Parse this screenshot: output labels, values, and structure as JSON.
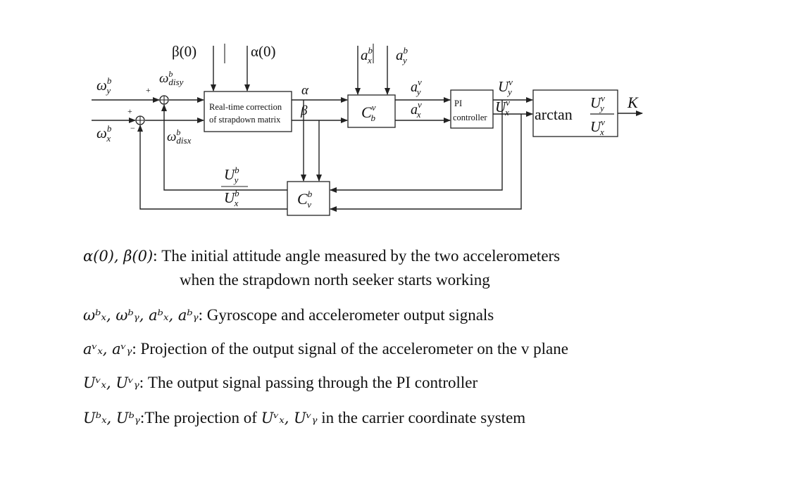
{
  "diagram": {
    "signals": {
      "omega_y": "ω",
      "omega_y_sup": "b",
      "omega_y_sub": "y",
      "omega_x": "ω",
      "omega_x_sup": "b",
      "omega_x_sub": "x",
      "dis_y": "ω",
      "dis_y_sup": "b",
      "dis_y_sub": "disy",
      "dis_x": "ω",
      "dis_x_sup": "b",
      "dis_x_sub": "disx",
      "beta0": "β(0)",
      "alpha0": "α(0)",
      "a_x_b": "a",
      "a_x_b_sup": "b",
      "a_x_b_sub": "x",
      "a_y_b": "a",
      "a_y_b_sup": "b",
      "a_y_b_sub": "y",
      "alpha": "α",
      "beta": "β",
      "a_y_v": "a",
      "a_y_v_sup": "v",
      "a_y_v_sub": "y",
      "a_x_v": "a",
      "a_x_v_sup": "v",
      "a_x_v_sub": "x",
      "U_y_v": "U",
      "U_y_v_sup": "v",
      "U_y_v_sub": "y",
      "U_x_v": "U",
      "U_x_v_sup": "v",
      "U_x_v_sub": "x",
      "U_y_b": "U",
      "U_y_b_sup": "b",
      "U_y_b_sub": "y",
      "U_x_b": "U",
      "U_x_b_sup": "b",
      "U_x_b_sub": "x",
      "K": "K",
      "plus": "+",
      "minus": "−",
      "sum_glyph": "⊕"
    },
    "blocks": {
      "correction_line1": "Real-time correction",
      "correction_line2": "of strapdown matrix",
      "cbv": "C",
      "cbv_sup": "v",
      "cbv_sub": "b",
      "pi_line1": "PI",
      "pi_line2": "controller",
      "arctan": "arctan",
      "cvb": "C",
      "cvb_sup": "b",
      "cvb_sub": "v"
    }
  },
  "legend": {
    "entry1_symbols": "α(0), β(0)",
    "entry1_text": ": The initial attitude angle measured by the two accelerometers",
    "entry1_cont": "when the strapdown north seeker starts working",
    "entry2_symbols": "ωᵇₓ,  ωᵇᵧ, aᵇₓ, aᵇᵧ",
    "entry2_text": ": Gyroscope and accelerometer output signals",
    "entry3_symbols": "aᵛₓ, aᵛᵧ",
    "entry3_text": ":  Projection of the output signal of the accelerometer on the v plane",
    "entry4_symbols": "Uᵛₓ, Uᵛᵧ",
    "entry4_text": ":  The output signal passing through the PI controller",
    "entry5_symbols": "Uᵇₓ, Uᵇᵧ",
    "entry5_text": ":The projection of ",
    "entry5_symbols2": "Uᵛₓ, Uᵛᵧ",
    "entry5_text2": " in the carrier coordinate system"
  }
}
